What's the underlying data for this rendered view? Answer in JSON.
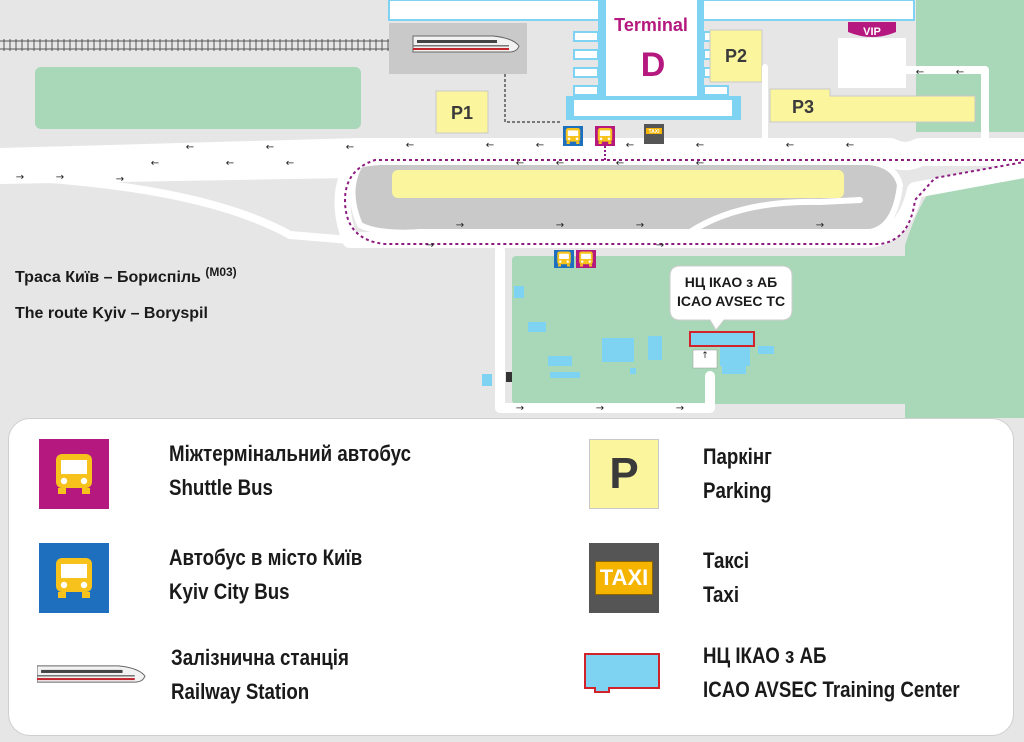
{
  "map": {
    "terminal_word": "Terminal",
    "terminal_letter": "D",
    "vip_label": "VIP",
    "parking_1": "P1",
    "parking_2": "P2",
    "parking_3": "P3",
    "taxi_sign": "TAXI",
    "route_ua": "Траса Київ – Бориспіль",
    "route_ua_code": "(M03)",
    "route_en": "The route Kyiv – Boryspil",
    "callout_ua": "НЦ ІКАО з АБ",
    "callout_en": "ICAO AVSEC TC"
  },
  "legend": {
    "shuttle_ua": "Міжтермінальний автобус",
    "shuttle_en": "Shuttle Bus",
    "city_bus_ua": "Автобус в місто Київ",
    "city_bus_en": "Kyiv City Bus",
    "railway_ua": "Залізнична станція",
    "railway_en": "Railway  Station",
    "parking_letter": "P",
    "parking_ua": "Паркінг",
    "parking_en": "Parking",
    "taxi_sign": "TAXI",
    "taxi_ua": "Таксі",
    "taxi_en": "Taxi",
    "training_ua": "НЦ ІКАО з АБ",
    "training_en": "ICAO AVSEC Training Center"
  },
  "colors": {
    "shuttle_bus": "#b5197f",
    "city_bus": "#1f6fbf",
    "bus_icon": "#f6c21b",
    "parking": "#fbf59d",
    "green_area": "#a9d8b8",
    "training_center": "#7fd3f2",
    "training_outline": "#d2232a",
    "terminal_label": "#b5197f",
    "route": "#8e1b7f"
  }
}
